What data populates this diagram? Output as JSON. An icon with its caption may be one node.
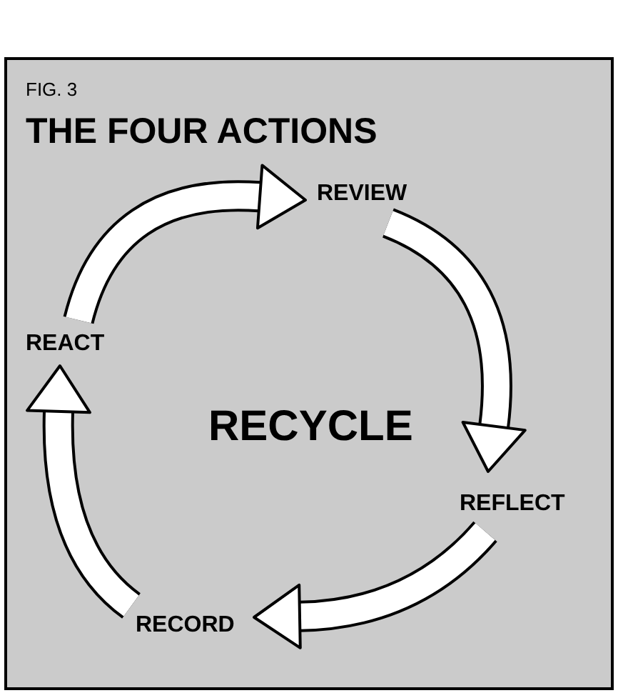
{
  "diagram": {
    "title": "THE FOUR ACTIONS",
    "nodes": [
      {
        "text": [
          "REVIEW"
        ]
      },
      {
        "text": [
          "REFLECT"
        ]
      },
      {
        "text": [
          "RECORD"
        ]
      },
      {
        "text": [
          "REACT"
        ]
      }
    ],
    "edges": [
      {
        "from": 3,
        "to": 0,
        "arrow": "to"
      },
      {
        "from": 0,
        "to": 1,
        "arrow": "to"
      },
      {
        "from": 1,
        "to": 2,
        "arrow": "to"
      },
      {
        "from": 2,
        "to": 3,
        "arrow": "to"
      }
    ],
    "labels": [
      "FIG. 3",
      "RECYCLE"
    ]
  }
}
